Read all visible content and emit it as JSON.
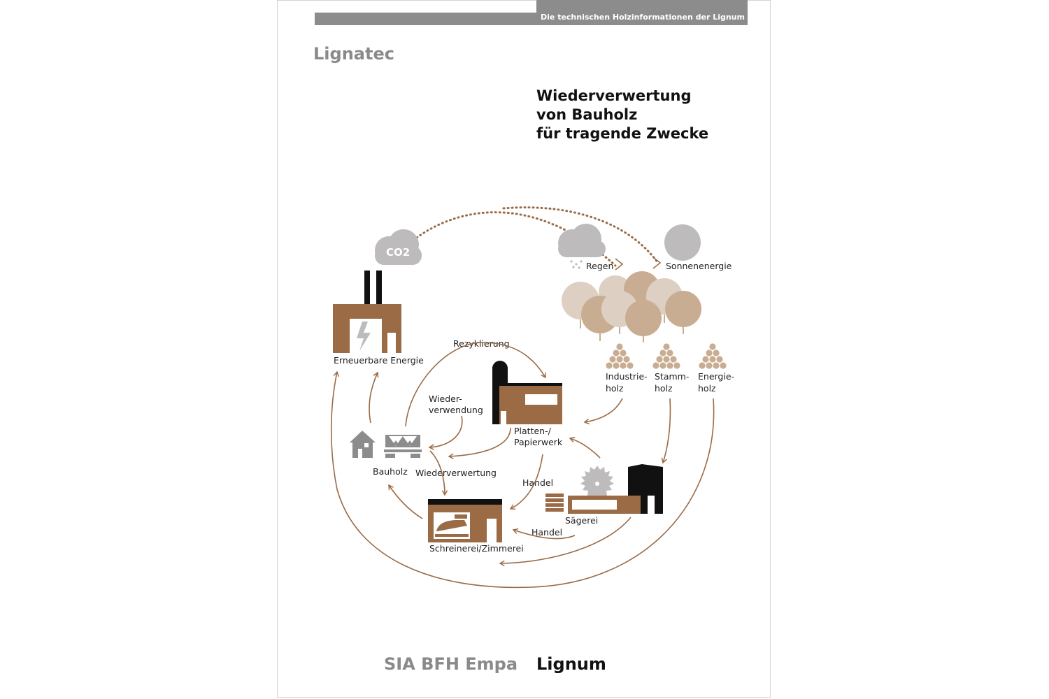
{
  "header": {
    "tagline": "Die technischen Holzinformationen der Lignum",
    "series": "Lignatec"
  },
  "title": {
    "line1": "Wiederverwertung",
    "line2": "von Bauholz",
    "line3": "für tragende Zwecke"
  },
  "diagram": {
    "co2": "CO2",
    "regen": "Regen",
    "sonnenenergie": "Sonnenenergie",
    "erneuerbare_energie": "Erneuerbare Energie",
    "rezyklierung": "Rezyklierung",
    "wiederverwendung_1": "Wieder-",
    "wiederverwendung_2": "verwendung",
    "industrieholz_1": "Industrie-",
    "industrieholz_2": "holz",
    "stammholz_1": "Stamm-",
    "stammholz_2": "holz",
    "energieholz_1": "Energie-",
    "energieholz_2": "holz",
    "platten_1": "Platten-/",
    "platten_2": "Papierwerk",
    "bauholz": "Bauholz",
    "wiederverwertung": "Wiederverwertung",
    "handel_1": "Handel",
    "handel_2": "Handel",
    "saegerei": "Sägerei",
    "schreinerei": "Schreinerei/Zimmerei"
  },
  "footer": {
    "partners": "SIA BFH Empa",
    "publisher": "Lignum"
  },
  "colors": {
    "brown": "#9a6b45",
    "grey": "#8c8c8c",
    "tree_light": "#dccab5",
    "tree_mid": "#c9ad92"
  }
}
